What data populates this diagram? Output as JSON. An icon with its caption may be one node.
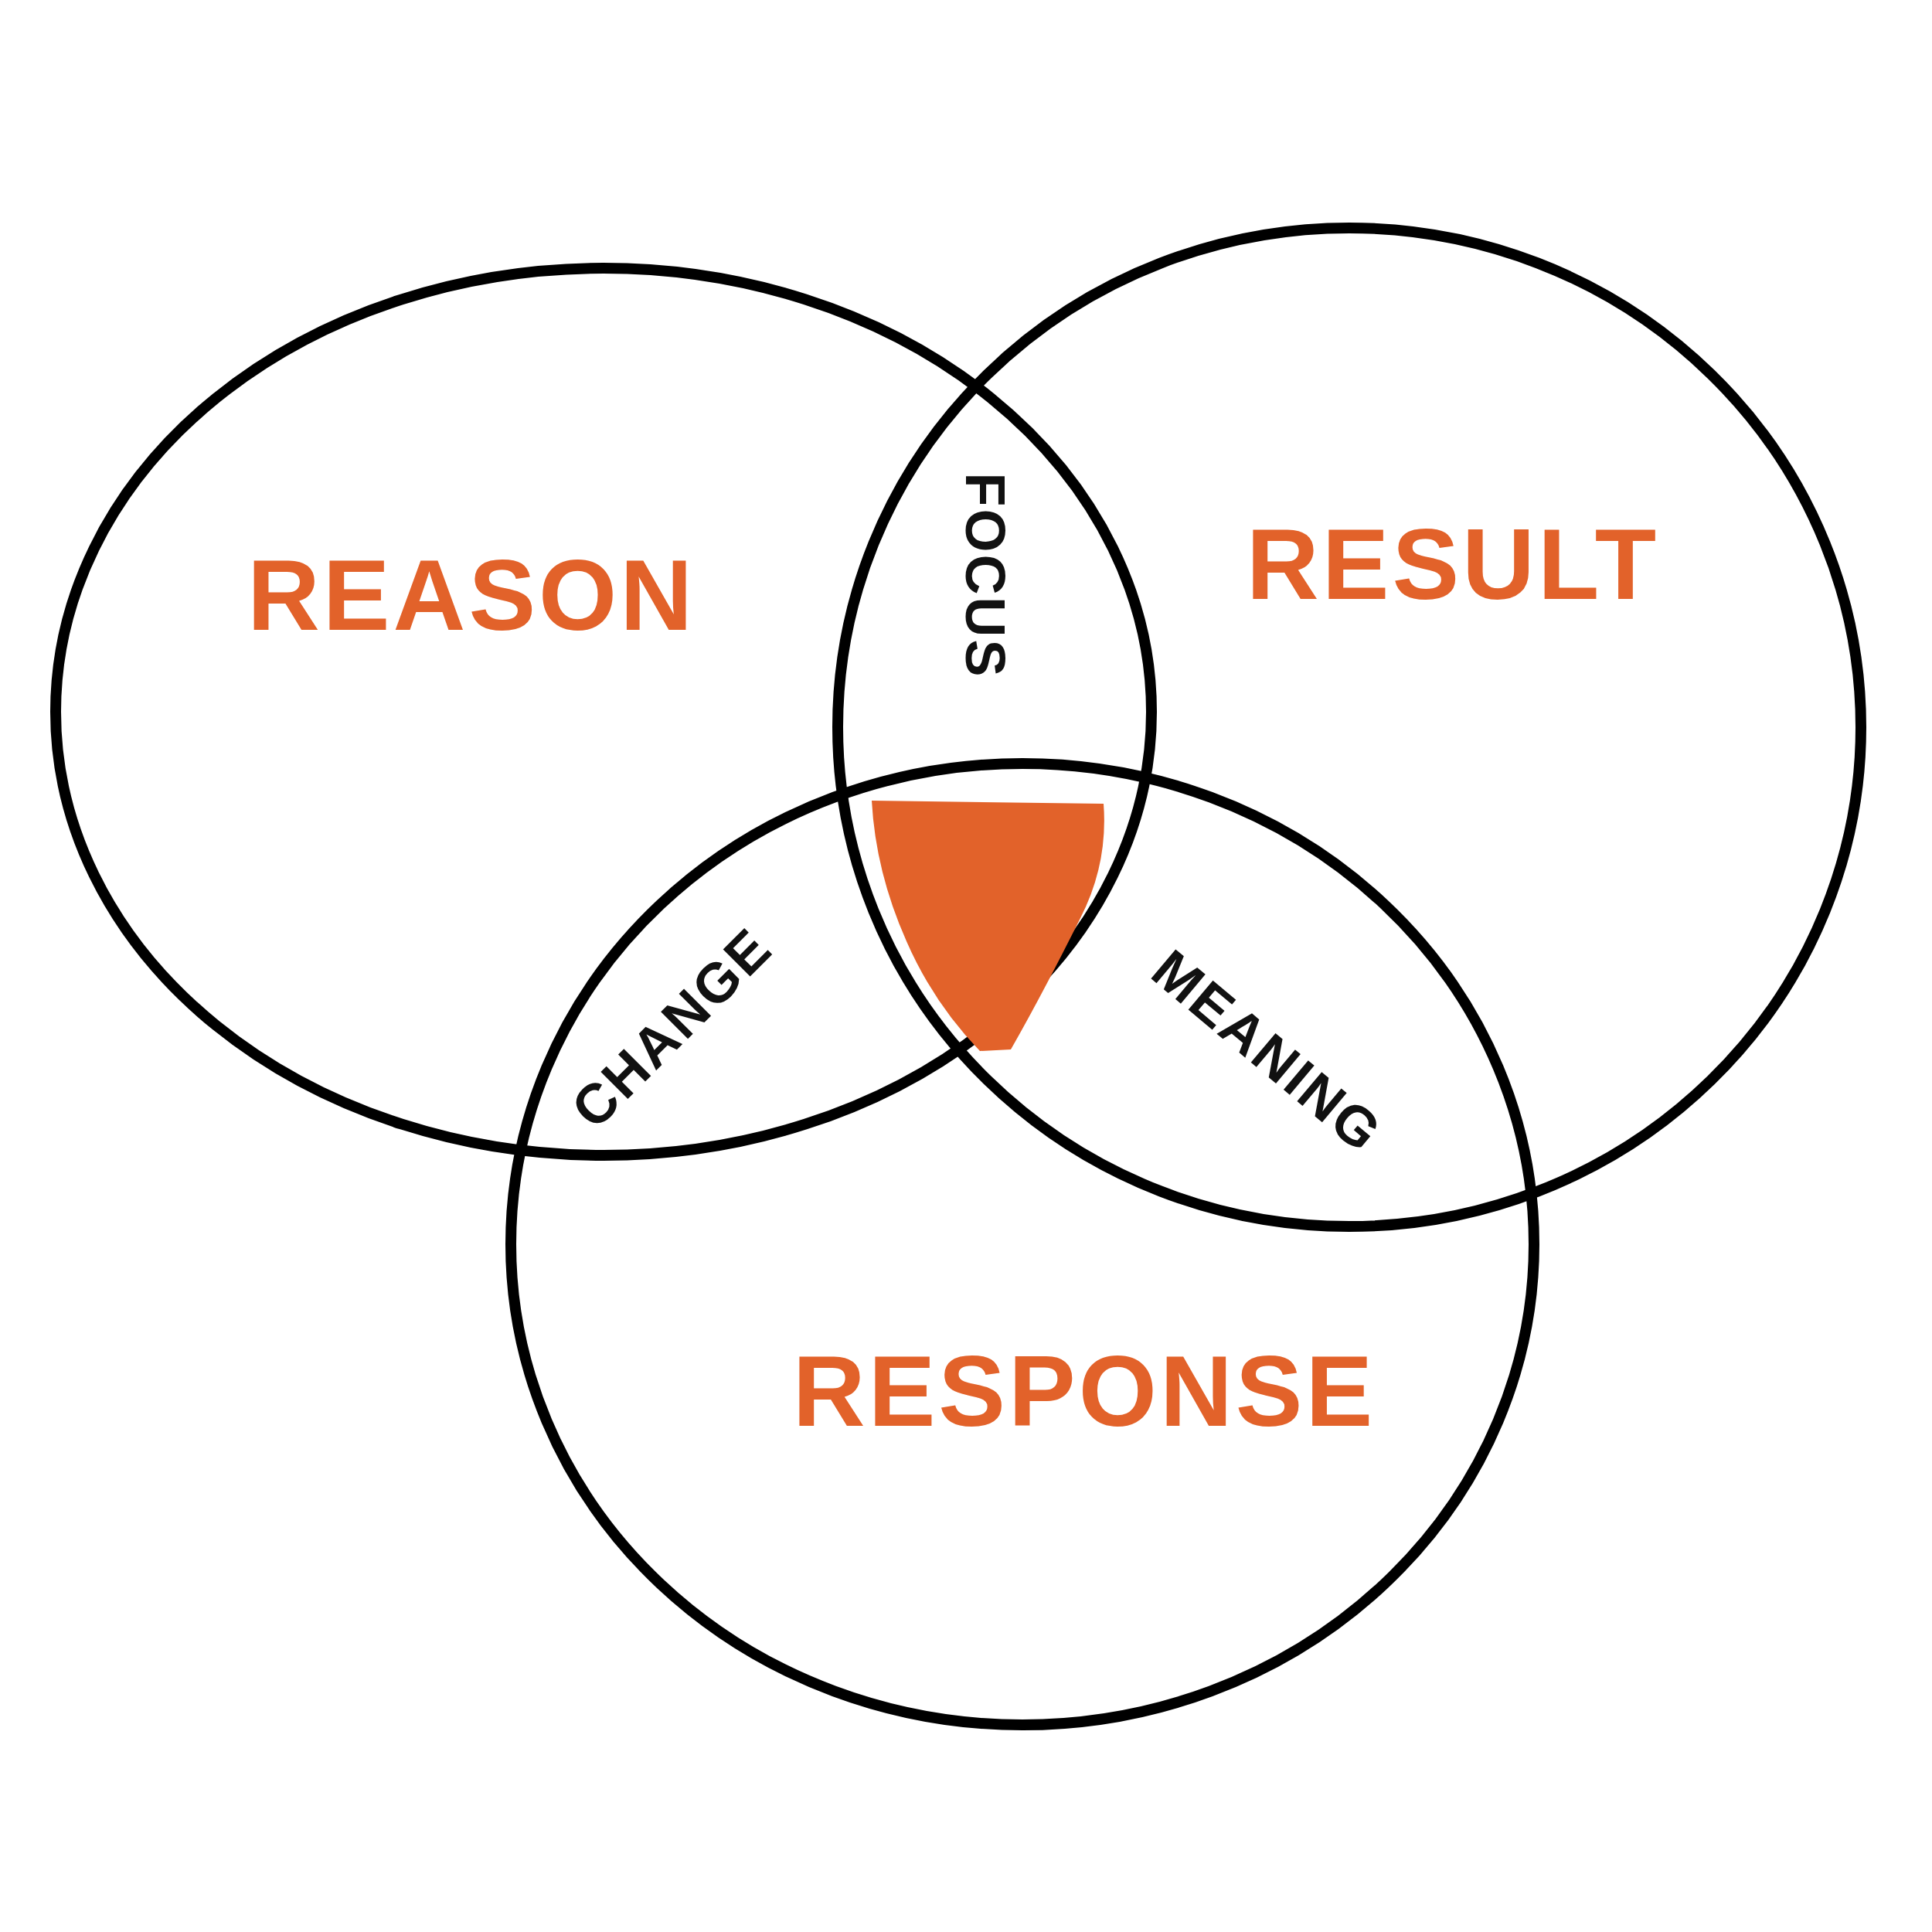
{
  "diagram": {
    "nodes": [
      {
        "text": [
          "REASON"
        ]
      },
      {
        "text": [
          "RESULT"
        ]
      },
      {
        "text": [
          "RESPONSE"
        ]
      },
      {
        "text": [],
        "shape": "triangle"
      }
    ],
    "labels": [
      "FOCUS",
      "CHANGE",
      "MEANING"
    ]
  }
}
